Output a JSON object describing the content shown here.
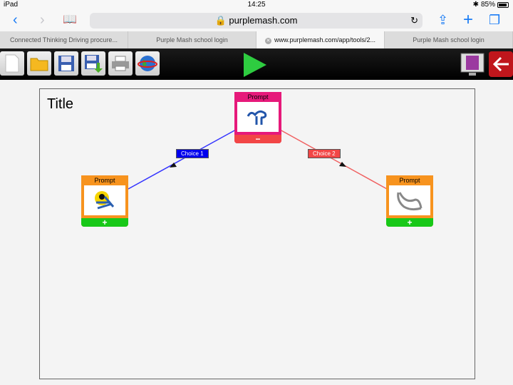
{
  "status": {
    "device": "iPad",
    "time": "14:25",
    "battery": "85%"
  },
  "browser": {
    "url": "purplemash.com",
    "tabs": [
      {
        "label": "Connected Thinking Driving procure..."
      },
      {
        "label": "Purple Mash school login"
      },
      {
        "label": "www.purplemash.com/app/tools/2..."
      },
      {
        "label": "Purple Mash school login"
      }
    ]
  },
  "toolbar": {
    "items": [
      "new",
      "open",
      "save",
      "save-as",
      "print",
      "share-web",
      "play",
      "present",
      "exit"
    ]
  },
  "canvas": {
    "title": "Title",
    "nodes": [
      {
        "label": "Prompt",
        "button": "−",
        "color": "#e6197a",
        "button_color": "#f24646"
      },
      {
        "label": "Prompt",
        "button": "+",
        "color": "#f7931e",
        "button_color": "#18c818"
      },
      {
        "label": "Prompt",
        "button": "+",
        "color": "#f7931e",
        "button_color": "#18c818"
      }
    ],
    "choices": [
      {
        "label": "Choice 1",
        "color": "#0000ee"
      },
      {
        "label": "Choice 2",
        "color": "#f24646"
      }
    ]
  }
}
